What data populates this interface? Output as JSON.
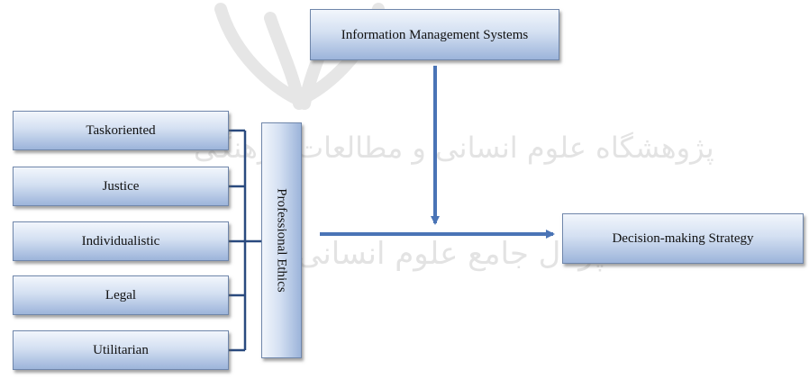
{
  "diagram": {
    "top_box": {
      "label": "Information Management Systems"
    },
    "factors": [
      {
        "label": "Taskoriented"
      },
      {
        "label": "Justice"
      },
      {
        "label": "Individualistic"
      },
      {
        "label": "Legal"
      },
      {
        "label": "Utilitarian"
      }
    ],
    "ethics_box": {
      "label": "Professional Ethics"
    },
    "output_box": {
      "label": "Decision-making Strategy"
    }
  },
  "watermark": {
    "line1": "پژوهشگاه علوم انسانی و مطالعات فرهنگی",
    "line2": "پرتال جامع علوم انسانی"
  },
  "colors": {
    "box_border": "#6f86aa",
    "box_fill_light": "#f2f6fc",
    "box_fill_dark": "#9cb4da",
    "connector": "#2a4a7f",
    "arrow": "#4a74b6",
    "watermark": "#e3e3e3"
  }
}
